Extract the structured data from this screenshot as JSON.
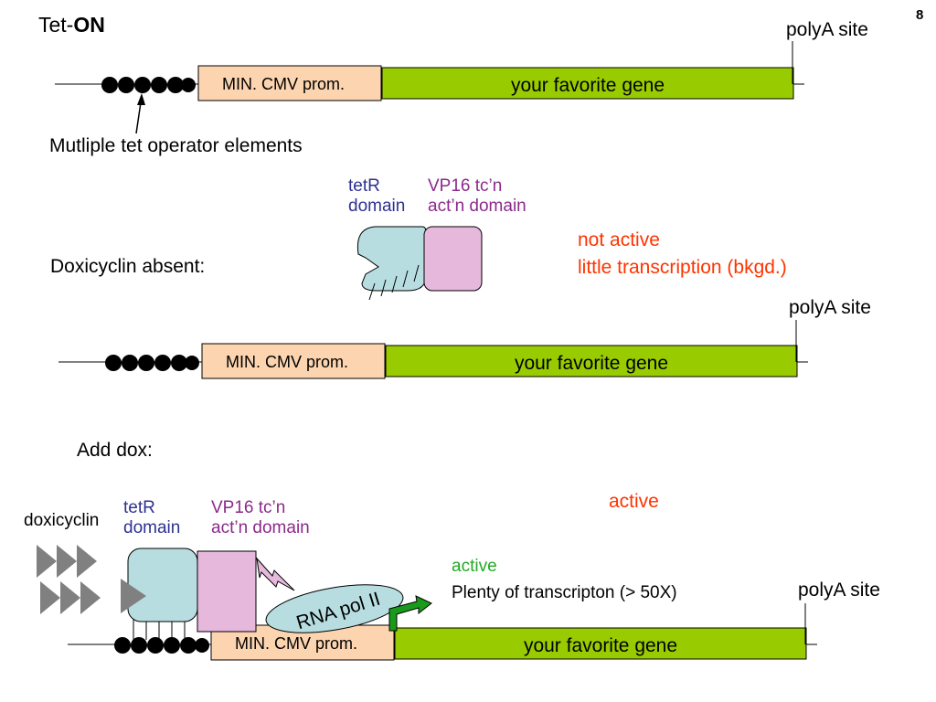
{
  "slide_number": "8",
  "title": {
    "prefix": "Tet-",
    "bold": "ON"
  },
  "construct": {
    "promoter_label": "MIN. CMV prom.",
    "gene_label": "your favorite gene",
    "polya_label": "polyA site"
  },
  "operator_label": "Mutliple tet operator elements",
  "absent": {
    "heading": "Doxicyclin absent:",
    "tetr_label": [
      "tetR",
      "domain"
    ],
    "vp16_label": [
      "VP16 tc’n",
      "act’n domain"
    ],
    "status": [
      "not active",
      "little transcription (bkgd.)"
    ]
  },
  "add_dox": {
    "heading": "Add dox:",
    "doxicyclin_label": "doxicyclin",
    "tetr_label": [
      "tetR",
      "domain"
    ],
    "vp16_label": [
      "VP16 tc’n",
      "act’n domain"
    ],
    "active_top": "active",
    "active_green": "active",
    "plenty_label": "Plenty of transcripton (> 50X)",
    "rna_pol_label": "RNA pol II"
  },
  "colors": {
    "promoter_fill": "#fcd5b0",
    "gene_fill": "#99cc00",
    "tetr_fill": "#b7dde0",
    "vp16_fill": "#e6b8dc",
    "arrow_green": "#1a9a1a"
  }
}
